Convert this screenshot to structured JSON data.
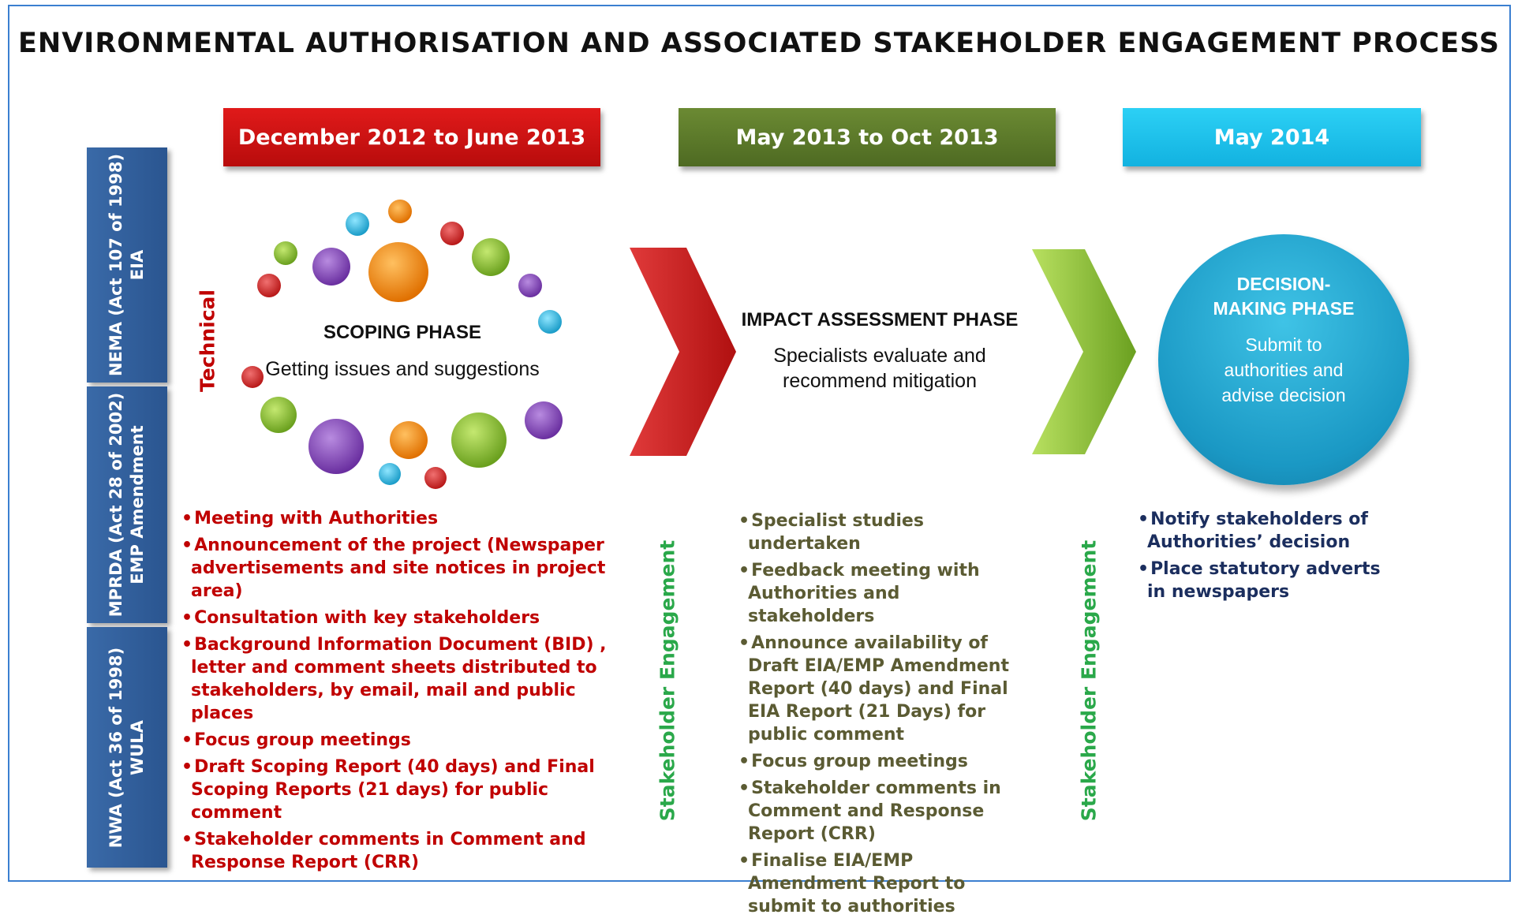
{
  "title": "ENVIRONMENTAL AUTHORISATION AND ASSOCIATED STAKEHOLDER ENGAGEMENT PROCESS",
  "timeline": {
    "phase1_dates": "December 2012 to June 2013",
    "phase2_dates": "May 2013 to Oct 2013",
    "phase3_dates": "May 2014"
  },
  "sidebar": {
    "nema_line1": "NEMA (Act 107 of 1998)",
    "nema_line2": "EIA",
    "mprda_line1": "MPRDA (Act 28 of 2002)",
    "mprda_line2": "EMP Amendment",
    "nwa_line1": "NWA (Act 36 of 1998)",
    "nwa_line2": "WULA"
  },
  "labels": {
    "technical": "Technical",
    "stakeholder1": "Stakeholder Engagement",
    "stakeholder2": "Stakeholder Engagement"
  },
  "scoping": {
    "title": "SCOPING PHASE",
    "subtitle": "Getting issues and suggestions",
    "items": [
      "Meeting with Authorities",
      "Announcement of the project (Newspaper advertisements and site notices in project area)",
      "Consultation  with key stakeholders",
      "Background  Information Document (BID) , letter and comment sheets  distributed to stakeholders, by email, mail and public places",
      "Focus group meetings",
      "Draft Scoping Report (40 days)  and Final Scoping Reports (21 days) for public comment",
      "Stakeholder comments in Comment and Response Report (CRR)"
    ]
  },
  "impact": {
    "title": "IMPACT ASSESSMENT PHASE",
    "subtitle1": "Specialists evaluate and",
    "subtitle2": "recommend mitigation",
    "items": [
      "Specialist  studies undertaken",
      "Feedback meeting with Authorities and stakeholders",
      "Announce  availability  of  Draft EIA/EMP Amendment Report (40 days) and Final  EIA Report (21 Days) for public comment",
      "Focus group meetings",
      "Stakeholder comments in Comment and Response Report (CRR)",
      "Finalise  EIA/EMP  Amendment Report to submit to authorities"
    ]
  },
  "decision": {
    "title1": "DECISION-",
    "title2": "MAKING PHASE",
    "sub1": "Submit to",
    "sub2": "authorities and",
    "sub3": "advise decision",
    "items": [
      "Notify stakeholders  of Authorities’ decision",
      "Place statutory adverts in newspapers"
    ]
  },
  "colors": {
    "red": "#c00000",
    "olive": "#5b5b33",
    "navy": "#1b2e5e",
    "green_label": "#2aa84a",
    "side_blue": "#2f5d9a"
  }
}
